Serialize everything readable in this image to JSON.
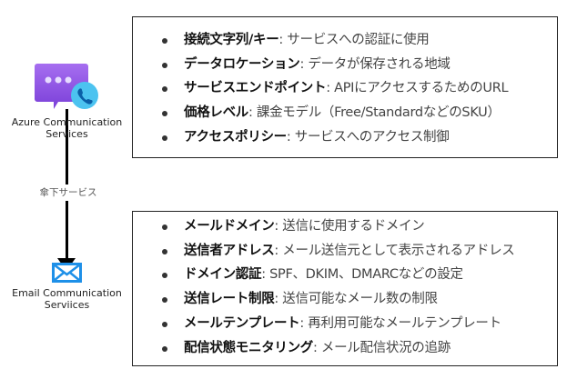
{
  "acs": {
    "label": "Azure Communication Services",
    "icon": "chat-phone-icon",
    "items": [
      {
        "term": "接続文字列/キー",
        "desc": ": サービスへの認証に使用"
      },
      {
        "term": "データロケーション",
        "desc": ": データが保存される地域"
      },
      {
        "term": "サービスエンドポイント",
        "desc": ": APIにアクセスするためのURL"
      },
      {
        "term": "価格レベル",
        "desc": ": 課金モデル（Free/StandardなどのSKU）"
      },
      {
        "term": "アクセスポリシー",
        "desc": ": サービスへのアクセス制御"
      }
    ]
  },
  "edge_label": "傘下サービス",
  "ecs": {
    "label": "Email Communication Serviices",
    "icon": "envelope-icon",
    "items": [
      {
        "term": "メールドメイン",
        "desc": ": 送信に使用するドメイン"
      },
      {
        "term": "送信者アドレス",
        "desc": ": メール送信元として表示されるアドレス"
      },
      {
        "term": "ドメイン認証",
        "desc": ": SPF、DKIM、DMARCなどの設定"
      },
      {
        "term": "送信レート制限",
        "desc": ": 送信可能なメール数の制限"
      },
      {
        "term": "メールテンプレート",
        "desc": ": 再利用可能なメールテンプレート"
      },
      {
        "term": "配信状態モニタリング",
        "desc": ": メール配信状況の追跡"
      }
    ]
  },
  "colors": {
    "purple": "#8a4fe0",
    "phone": "#4cc3f0",
    "mail": "#1e90e8"
  }
}
